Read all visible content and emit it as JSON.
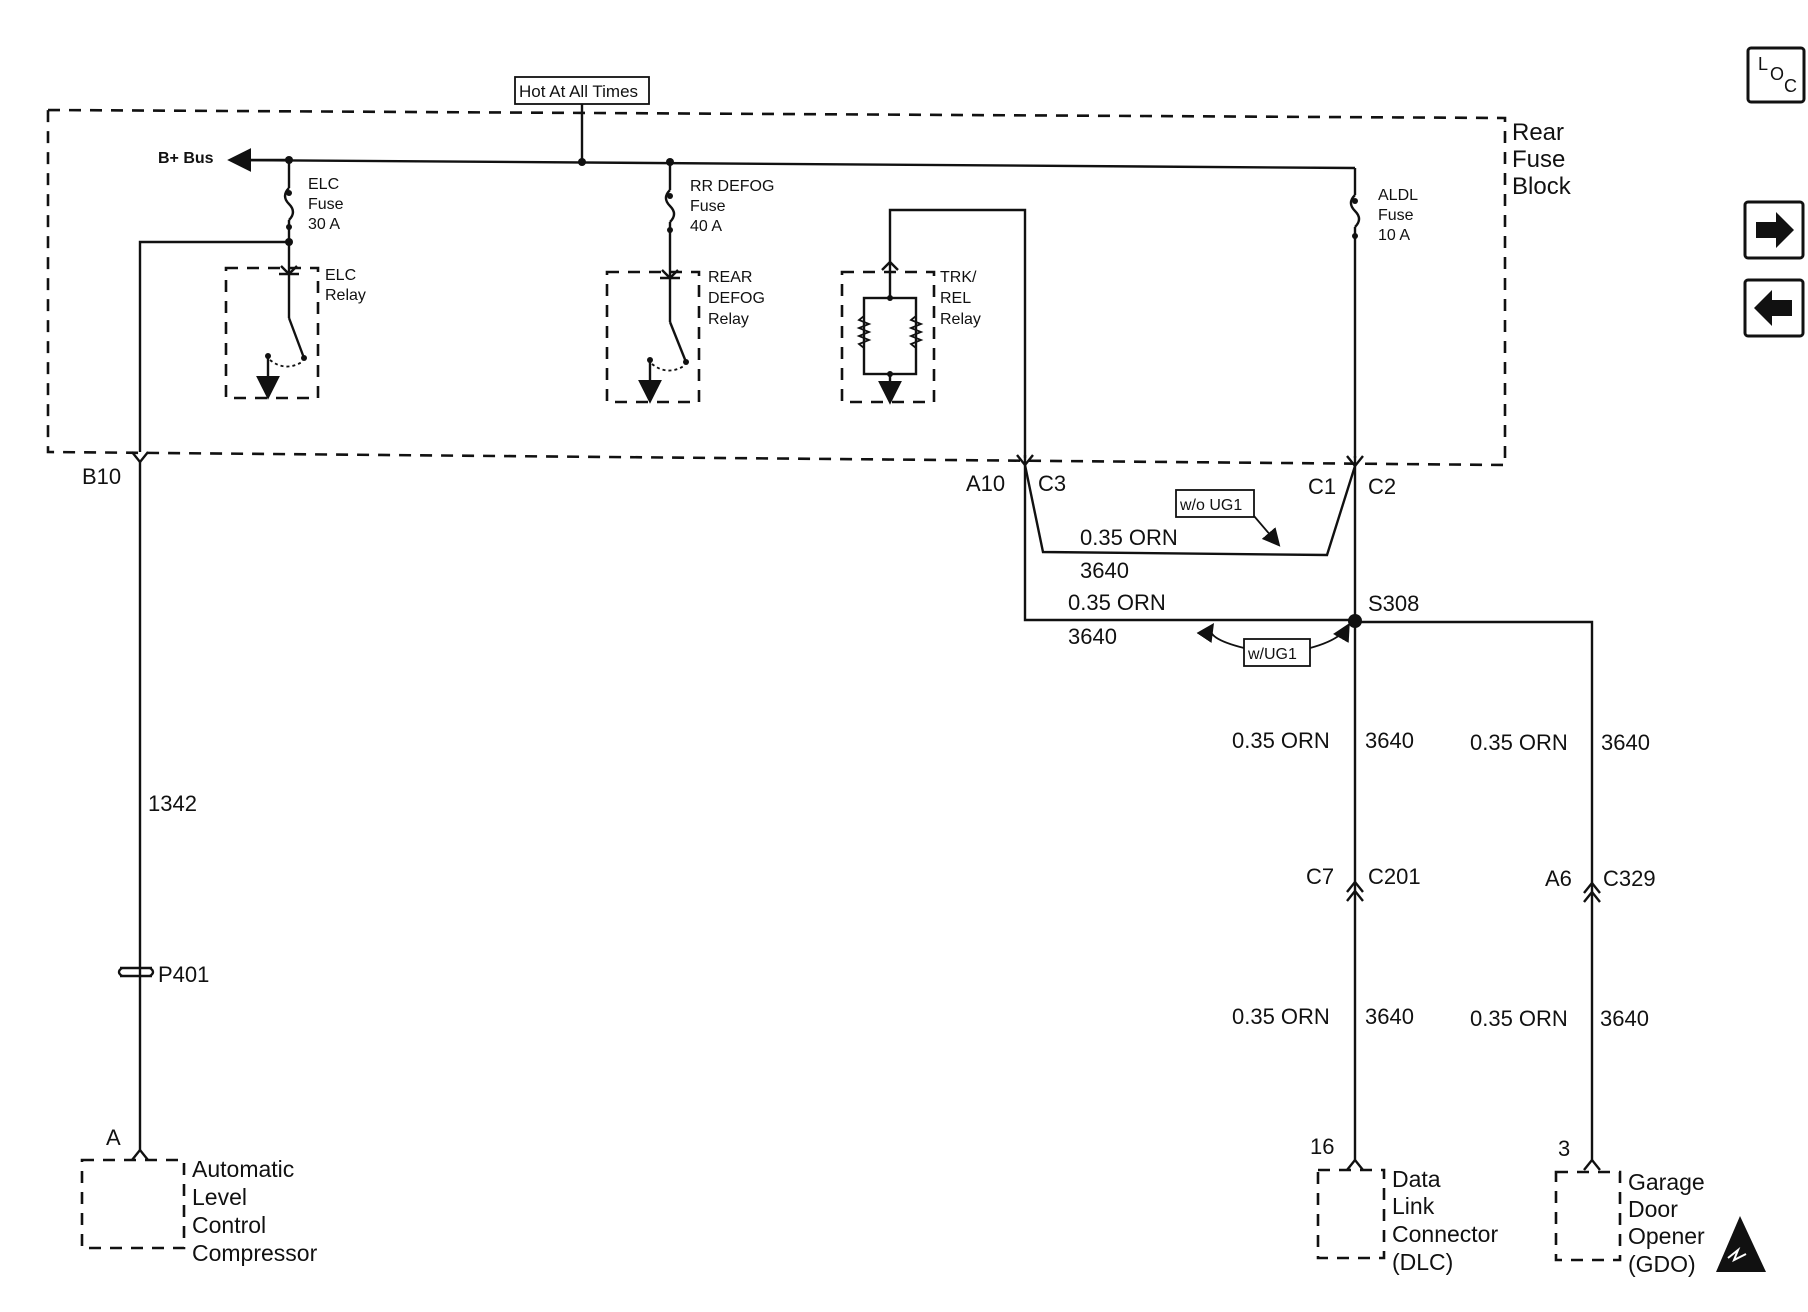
{
  "hot_label": "Hot At All Times",
  "rear_fuse_block": [
    "Rear",
    "Fuse",
    "Block"
  ],
  "bplus_bus": "B+ Bus",
  "elc_fuse": [
    "ELC",
    "Fuse",
    "30 A"
  ],
  "elc_relay": [
    "ELC",
    "Relay"
  ],
  "rr_defog_fuse": [
    "RR DEFOG",
    "Fuse",
    "40 A"
  ],
  "rear_defog_relay": [
    "REAR",
    "DEFOG",
    "Relay"
  ],
  "trk_rel_relay": [
    "TRK/",
    "REL",
    "Relay"
  ],
  "aldl_fuse": [
    "ALDL",
    "Fuse",
    "10 A"
  ],
  "pins": {
    "b10": "B10",
    "a10": "A10",
    "c3": "C3",
    "c1": "C1",
    "c2": "C2",
    "c7": "C7",
    "c201": "C201",
    "a6": "A6",
    "c329": "C329",
    "a": "A",
    "p16": "16",
    "p3": "3"
  },
  "splice": "S308",
  "woug1": "w/o UG1",
  "wug1": "w/UG1",
  "wire_orn": "0.35 ORN",
  "circuit_3640": "3640",
  "circuit_1342": "1342",
  "p401": "P401",
  "alc": [
    "Automatic",
    "Level",
    "Control",
    "Compressor"
  ],
  "dlc": [
    "Data",
    "Link",
    "Connector",
    "(DLC)"
  ],
  "gdo": [
    "Garage",
    "Door",
    "Opener",
    "(GDO)"
  ],
  "nav": {
    "loc_l": "L",
    "loc_o": "O",
    "loc_c": "C",
    "next": "→",
    "prev": "←"
  }
}
